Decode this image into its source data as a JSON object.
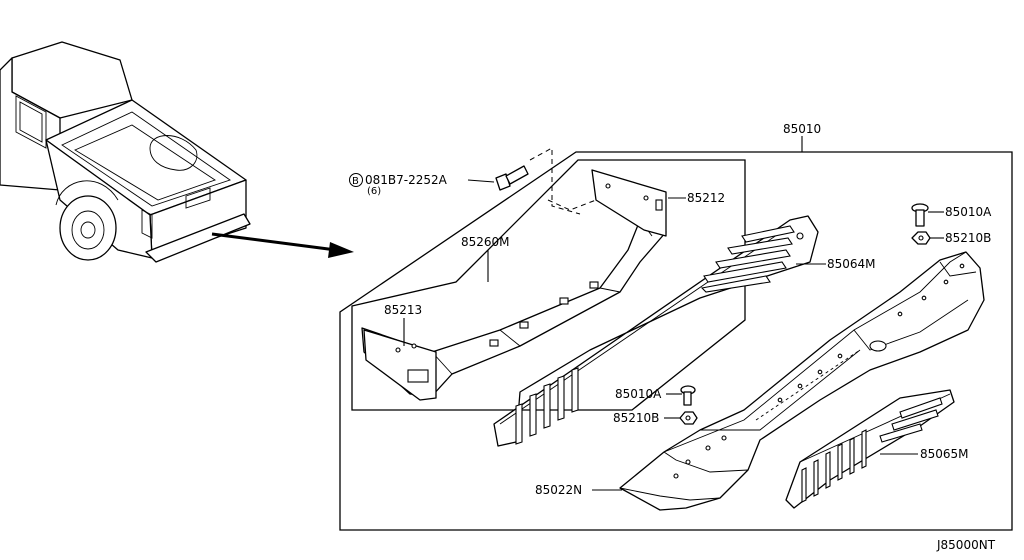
{
  "labels": {
    "p85010": "85010",
    "p85212": "85212",
    "p85260m": "85260M",
    "p85213": "85213",
    "p85064m": "85064M",
    "p85010a_top": "85010A",
    "p85210b_top": "85210B",
    "p85010a_mid": "85010A",
    "p85210b_mid": "85210B",
    "p85065m": "85065M",
    "p85022n": "85022N",
    "bolt_circle": "B",
    "bolt_code": "081B7-2252A",
    "bolt_qty": "(6)",
    "diagram_id": "J85000NT"
  }
}
